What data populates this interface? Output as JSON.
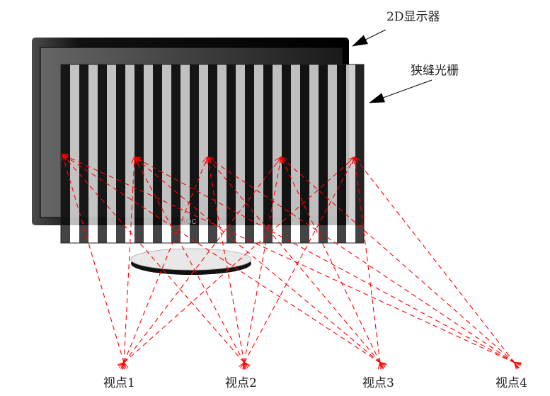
{
  "labels": {
    "display": "2D显示器",
    "grating": "狭缝光栅",
    "viewpoints": [
      "视点1",
      "视点2",
      "视点3",
      "视点4"
    ]
  },
  "monitor_logo": "AOC",
  "colors": {
    "ray": "#ff0000",
    "grating_dark": "#111111",
    "grating_light": "#cccccc",
    "monitor_bezel": "#0a0a0a"
  },
  "grating": {
    "slit_count": 16
  }
}
